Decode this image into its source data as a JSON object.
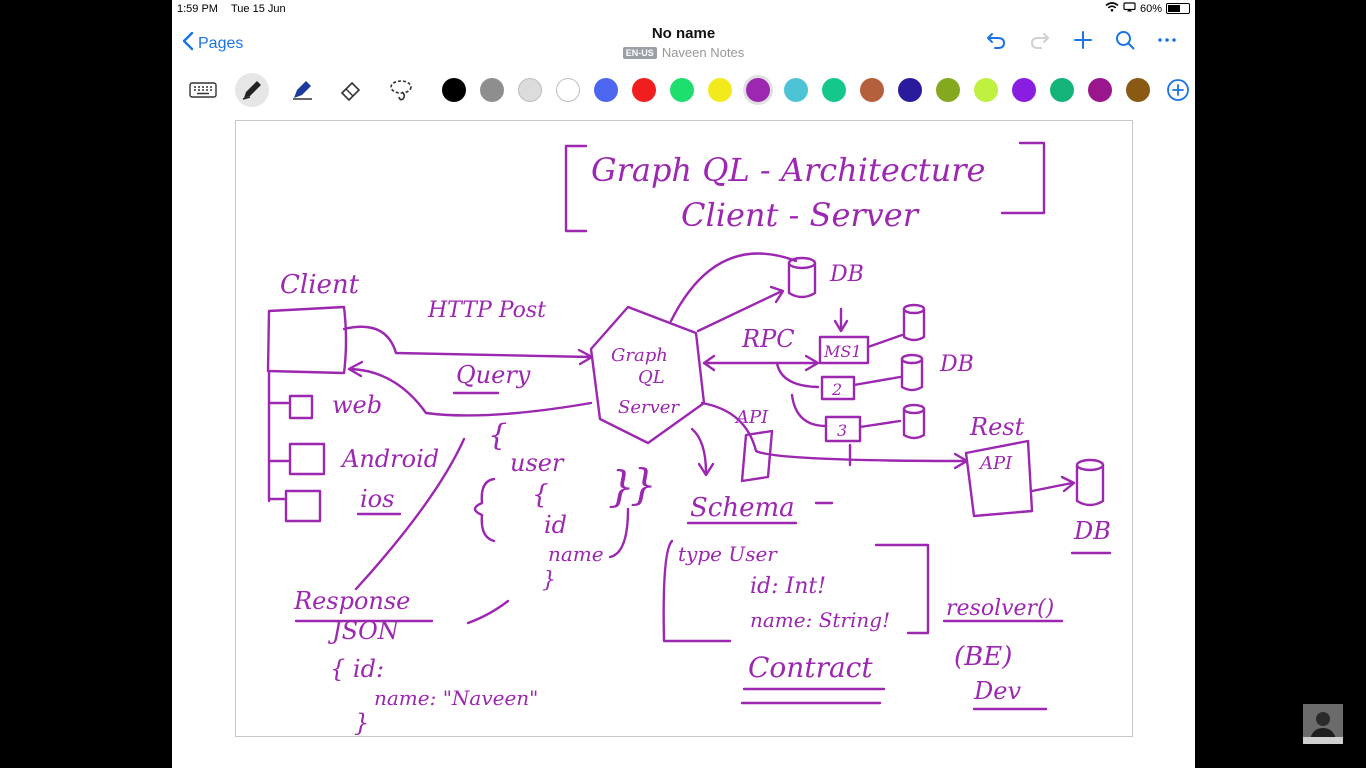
{
  "status": {
    "time": "1:59 PM",
    "date": "Tue 15 Jun",
    "battery": "60%",
    "battery_level": 0.6
  },
  "nav": {
    "back_label": "Pages",
    "title": "No name",
    "lang": "EN-US",
    "notebook": "Naveen Notes"
  },
  "toolbar": {
    "tools": [
      "keyboard-icon",
      "pen-icon",
      "highlighter-icon",
      "eraser-icon",
      "lasso-icon"
    ],
    "colors": [
      "#000000",
      "#8e8e8e",
      "#dcdcdc",
      "#ffffff",
      "#4c66f0",
      "#f01e1e",
      "#1ede6e",
      "#f2ea1c",
      "#9c27b0",
      "#4dc4d6",
      "#14c88c",
      "#b4603c",
      "#2a1a9c",
      "#84a81e",
      "#c0f040",
      "#8a1ee0",
      "#14b478",
      "#9a168c",
      "#8a5a14"
    ],
    "selected_color": "#9c27b0"
  },
  "canvas": {
    "title_line1": "Graph QL - Architecture",
    "title_line2": "Client - Server",
    "client": "Client",
    "web": "web",
    "android": "Android",
    "ios": "ios",
    "http_post": "HTTP Post",
    "query": "Query",
    "server": [
      "Graph",
      "QL",
      "Server"
    ],
    "db_top": "DB",
    "rpc": "RPC",
    "ms1": "MS1",
    "ms2": "2",
    "ms3": "3",
    "db_mid": "DB",
    "api": "API",
    "rest": "Rest",
    "rest_api": "API",
    "db_right": "DB",
    "query_body": [
      "{",
      "user",
      "{",
      "id",
      "name",
      "}",
      "}",
      "}"
    ],
    "schema": "Schema",
    "type_user": "type User",
    "field_id": "id: Int!",
    "field_name": "name: String!",
    "contract": "Contract",
    "resolver": "resolver()",
    "be": "(BE)",
    "dev": "Dev",
    "response": "Response",
    "json": "JSON",
    "resp_id": "{ id:",
    "resp_name": "name: \"Naveen\"",
    "resp_close": "}"
  }
}
